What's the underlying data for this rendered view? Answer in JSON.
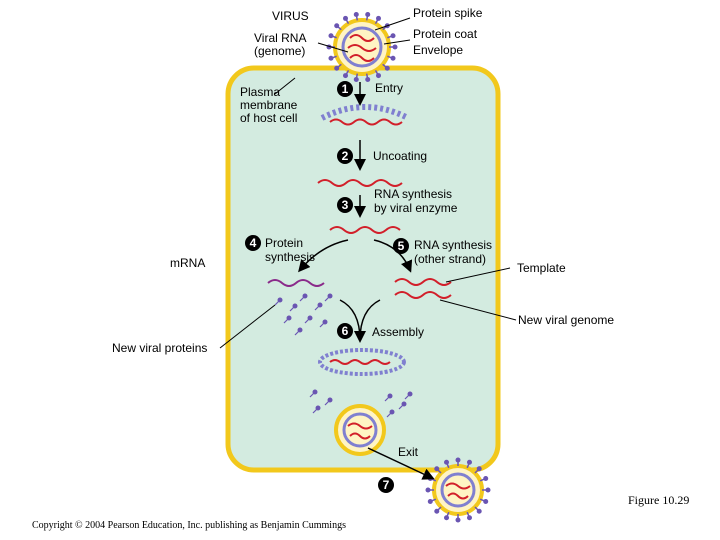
{
  "labels": {
    "virus": "VIRUS",
    "protein_spike": "Protein spike",
    "viral_rna": [
      "Viral RNA",
      "(genome)"
    ],
    "protein_coat": [
      "Protein coat",
      "Envelope"
    ],
    "plasma_membrane": [
      "Plasma",
      "membrane",
      "of host cell"
    ],
    "mrna": "mRNA",
    "template": "Template",
    "new_viral_genome": "New viral genome",
    "new_viral_proteins": "New viral proteins"
  },
  "steps": [
    {
      "number": "1",
      "text": [
        "Entry"
      ]
    },
    {
      "number": "2",
      "text": [
        "Uncoating"
      ]
    },
    {
      "number": "3",
      "text": [
        "RNA synthesis",
        "by viral enzyme"
      ]
    },
    {
      "number": "4",
      "text": [
        "Protein",
        "synthesis"
      ]
    },
    {
      "number": "5",
      "text": [
        "RNA synthesis",
        "(other strand)"
      ]
    },
    {
      "number": "6",
      "text": [
        "Assembly"
      ]
    },
    {
      "number": "7",
      "text": [
        "Exit"
      ]
    }
  ],
  "footer": {
    "figure": "Figure 10.29",
    "copyright": "Copyright © 2004 Pearson Education, Inc. publishing as Benjamin Cummings"
  },
  "colors": {
    "cell_fill": "#d3ebe0",
    "membrane": "#f2c81c",
    "spike": "#6a55b2",
    "rna": "#d21f2a",
    "mrna": "#8a2a8a",
    "capsid": "#8080d0"
  }
}
